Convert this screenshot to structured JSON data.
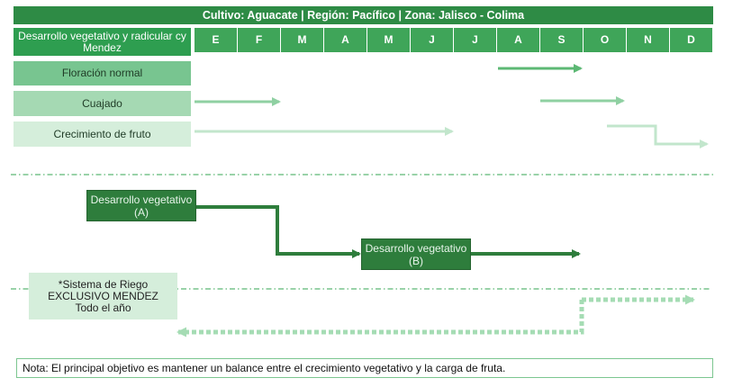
{
  "header": {
    "title": "Cultivo: Aguacate | Región: Pacífico | Zona: Jalisco -  Colima"
  },
  "months": [
    "E",
    "F",
    "M",
    "A",
    "M",
    "J",
    "J",
    "A",
    "S",
    "O",
    "N",
    "D"
  ],
  "stages": [
    {
      "label": "Desarrollo vegetativo y radicular cy Mendez"
    },
    {
      "label": "Floración normal"
    },
    {
      "label": "Cuajado"
    },
    {
      "label": "Crecimiento de fruto"
    }
  ],
  "vegetativo_a": {
    "label": "Desarrollo vegetativo (A)"
  },
  "vegetativo_b": {
    "label": "Desarrollo vegetativo (B)"
  },
  "riego": {
    "line1": "*Sistema de Riego",
    "line2": "EXCLUSIVO MENDEZ",
    "line3": "Todo el año"
  },
  "nota": "Nota: El principal objetivo es mantener un balance entre el crecimiento vegetativo y la carga de fruta.",
  "colors": {
    "title": "#2e8b45",
    "month": "#3fa559",
    "dark_box": "#2e7d3c",
    "light": "#d5eedb",
    "dashed": "#7cc690"
  }
}
